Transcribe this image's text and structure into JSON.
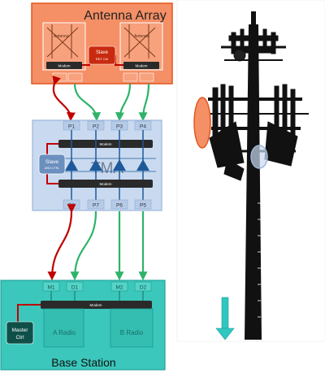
{
  "antenna_array": {
    "title": "Antenna Array",
    "panel_label": "Antenna",
    "slave_label": "Slave",
    "slave_sub": "RET Ctrl",
    "modem_label": "Modem"
  },
  "tma": {
    "title": "TMA",
    "ports_top": [
      "P1",
      "P2",
      "P3",
      "P4"
    ],
    "ports_bottom": [
      "P8",
      "P7",
      "P6",
      "P5"
    ],
    "modem_label": "Modem",
    "slave_label": "Slave",
    "slave_sub": "AISG CTRL"
  },
  "base_station": {
    "title": "Base Station",
    "ports": [
      "M1",
      "D1",
      "M2",
      "D2"
    ],
    "modem_label": "Modem",
    "master_line1": "Master",
    "master_line2": "Ctrl",
    "radio_a": "A Radio",
    "radio_b": "B Radio"
  },
  "colors": {
    "antenna_fill": "#f58f66",
    "antenna_border": "#e2561f",
    "tma_fill": "#c9daf0",
    "tma_border": "#9cb6da",
    "base_fill": "#3bc7bb",
    "base_border": "#23a59b",
    "red_wire": "#c00000",
    "green_wire": "#2fb36a",
    "tower": "#111111",
    "arrow": "#2fc7c0"
  }
}
